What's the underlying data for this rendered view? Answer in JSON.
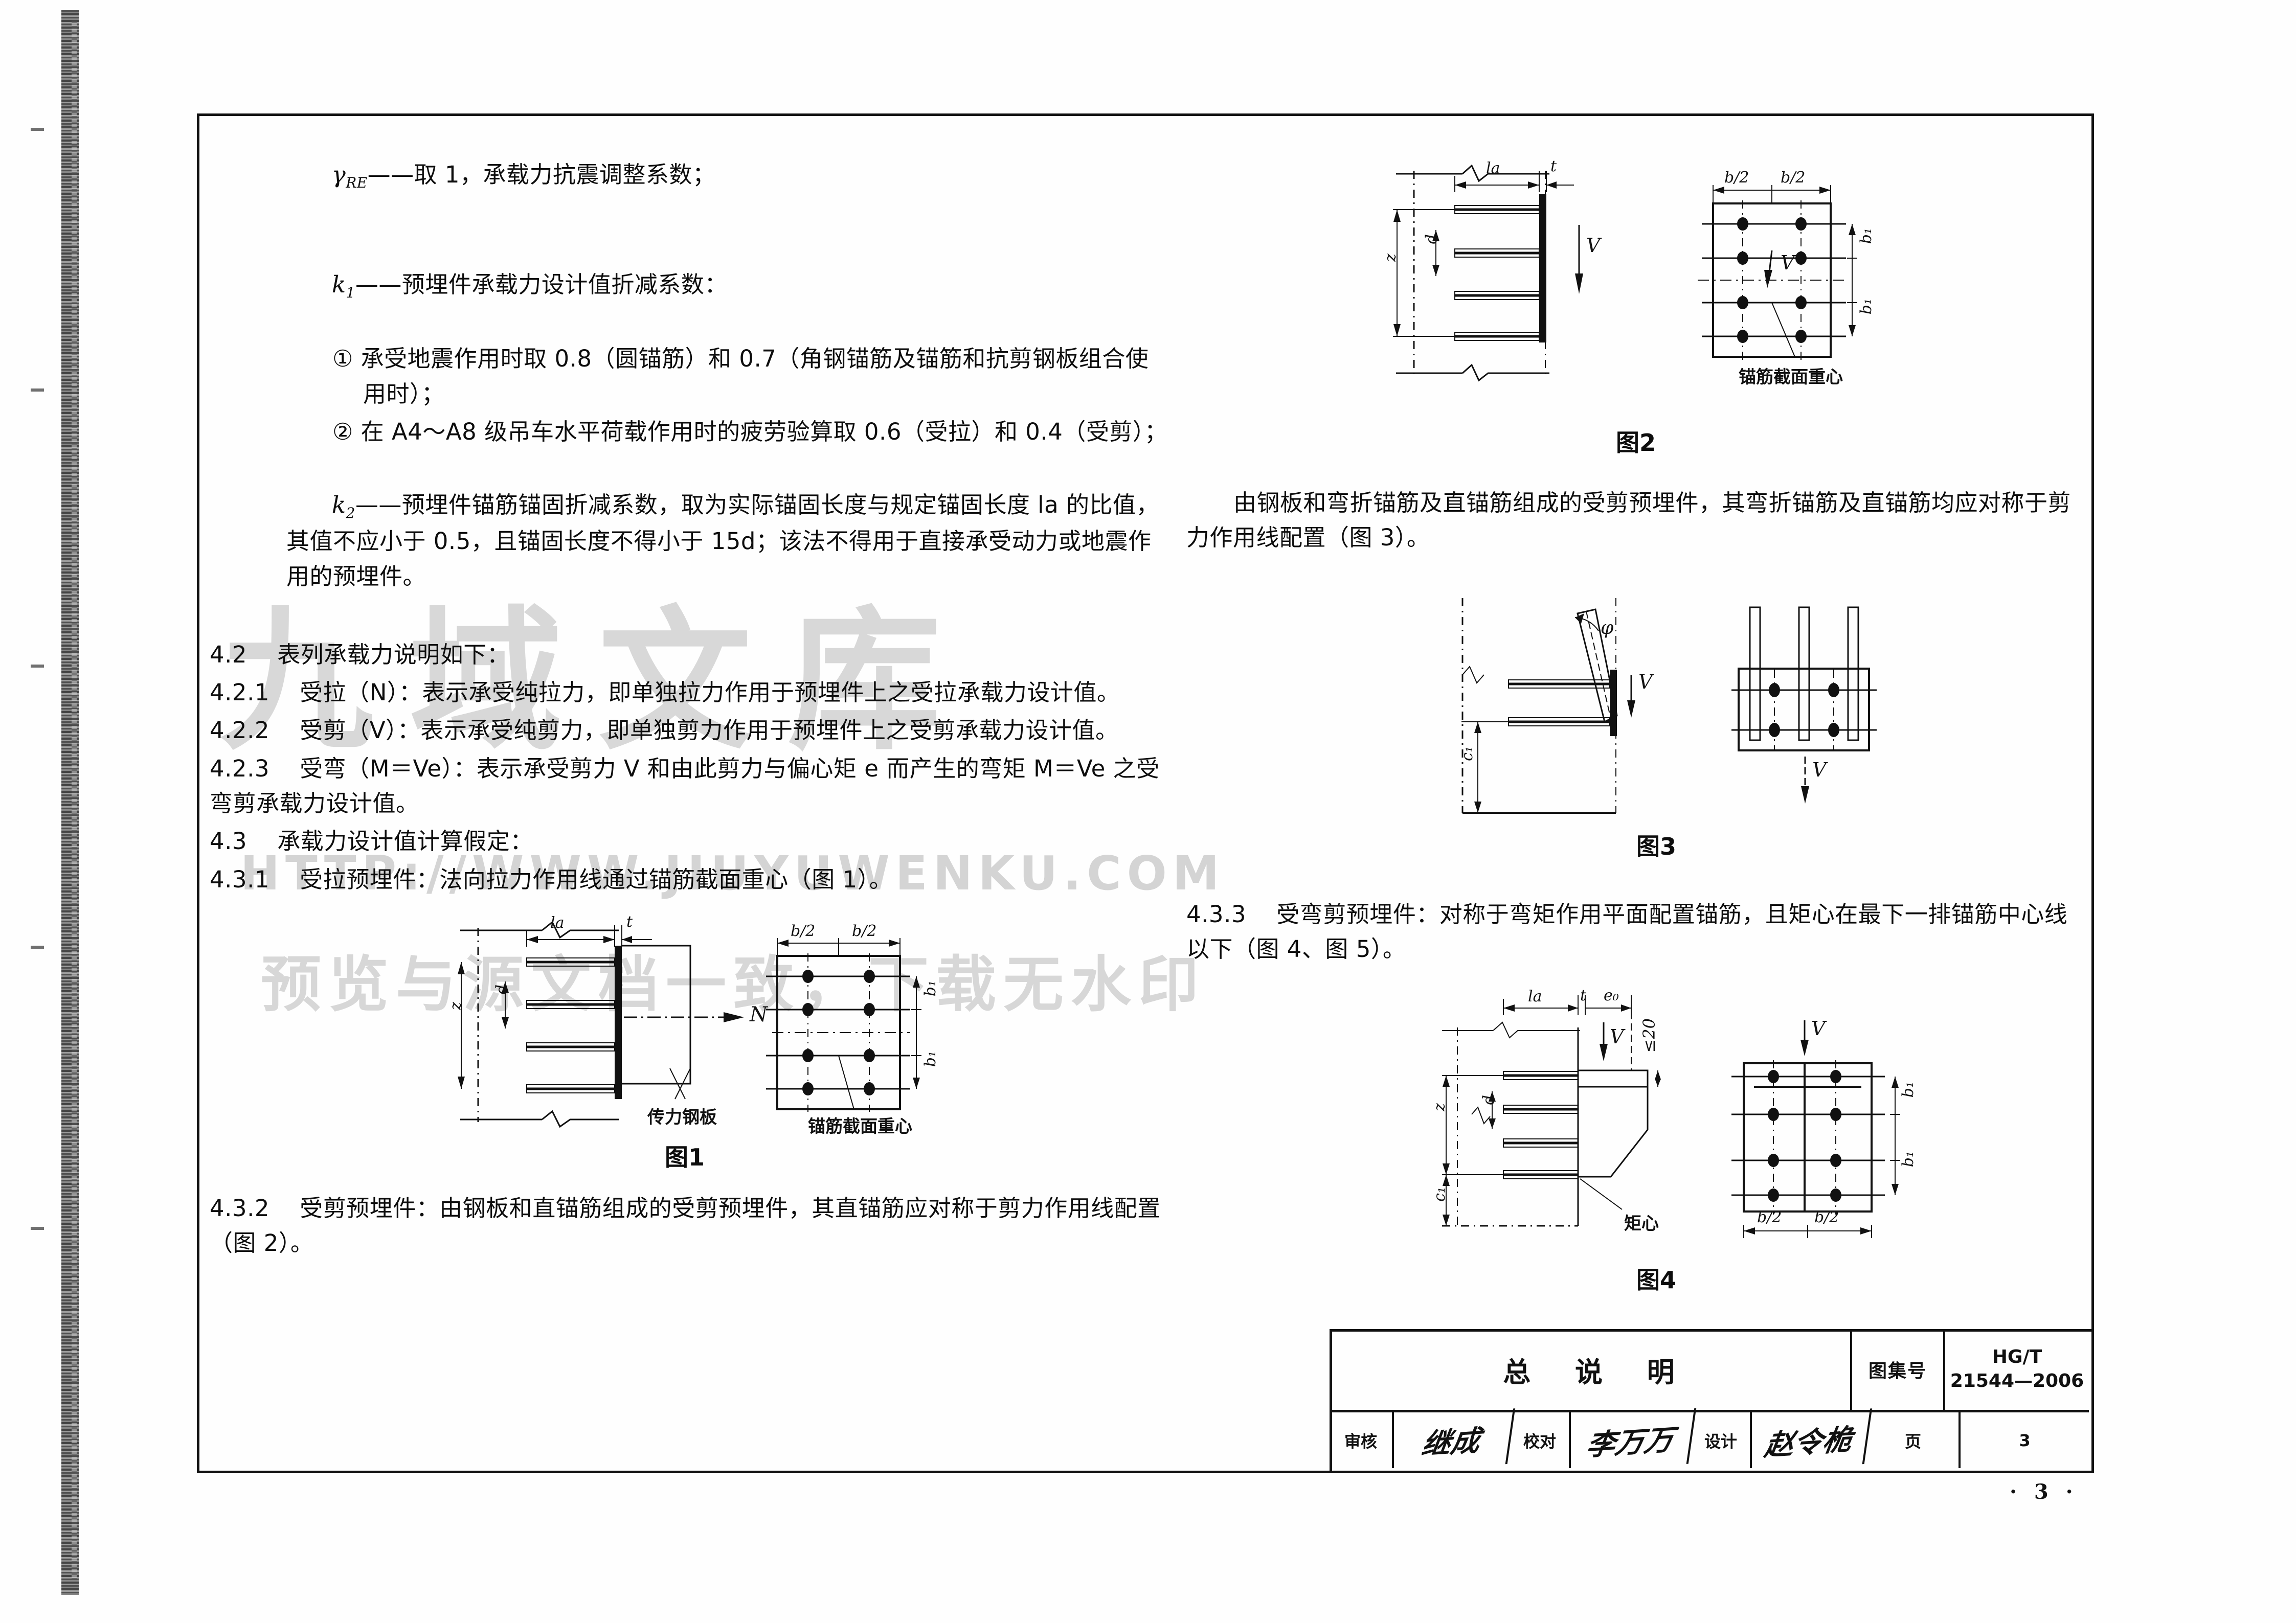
{
  "document": {
    "atlas_label": "图集号",
    "atlas_number_line1": "HG/T",
    "atlas_number_line2": "21544—2006",
    "title": "总 说 明",
    "page_label": "页",
    "page_number": "3",
    "footer_page": "· 3 ·"
  },
  "titleblock": {
    "review_label": "审核",
    "review_signature": "继成",
    "proof_label": "校对",
    "proof_signature": "李万万",
    "design_label": "设计",
    "design_signature": "赵令桅"
  },
  "watermark": {
    "big_text": "九域文库",
    "url": "HTTP://WWW.JIUYUWENKU.COM",
    "notice": "预览与源文档一致，下载无水印"
  },
  "left_column": {
    "symbol_gamma": "γRE",
    "symbol_gamma_def": "——取 1，承载力抗震调整系数；",
    "symbol_k1": "k1",
    "symbol_k1_def": "——预埋件承载力设计值折减系数：",
    "item1": "① 承受地震作用时取 0.8（圆锚筋）和 0.7（角钢锚筋及锚筋和抗剪钢板组合使用时）；",
    "item2": "② 在 A4～A8 级吊车水平荷载作用时的疲劳验算取 0.6（受拉）和 0.4（受剪）；",
    "symbol_k2": "k2",
    "symbol_k2_def": "——预埋件锚筋锚固折减系数，取为实际锚固长度与规定锚固长度 la 的比值，其值不应小于 0.5，且锚固长度不得小于 15d；该法不得用于直接承受动力或地震作用的预埋件。",
    "sec_4_2": "4.2    表列承载力说明如下：",
    "sec_4_2_1": "4.2.1    受拉（N）：表示承受纯拉力，即单独拉力作用于预埋件上之受拉承载力设计值。",
    "sec_4_2_2": "4.2.2    受剪（V）：表示承受纯剪力，即单独剪力作用于预埋件上之受剪承载力设计值。",
    "sec_4_2_3": "4.2.3    受弯（M＝Ve）：表示承受剪力 V 和由此剪力与偏心矩 e 而产生的弯矩 M＝Ve 之受弯剪承载力设计值。",
    "sec_4_3": "4.3    承载力设计值计算假定：",
    "sec_4_3_1": "4.3.1    受拉预埋件：法向拉力作用线通过锚筋截面重心（图 1）。",
    "sec_4_3_2": "4.3.2    受剪预埋件：由钢板和直锚筋组成的受剪预埋件，其直锚筋应对称于剪力作用线配置（图 2）。"
  },
  "right_column": {
    "para_fig3": "由钢板和弯折锚筋及直锚筋组成的受剪预埋件，其弯折锚筋及直锚筋均应对称于剪力作用线配置（图 3）。",
    "sec_4_3_3": "4.3.3    受弯剪预埋件：对称于弯矩作用平面配置锚筋，且矩心在最下一排锚筋中心线以下（图 4、图 5）。"
  },
  "figures": {
    "fig1": {
      "caption": "图1",
      "label_la": "la",
      "label_t": "t",
      "label_d": "d",
      "label_z": "z",
      "label_N": "N",
      "label_plate": "传力钢板",
      "label_centroid": "锚筋截面重心",
      "label_b2_left": "b/2",
      "label_b2_right": "b/2",
      "label_b1": "b₁"
    },
    "fig2": {
      "caption": "图2",
      "label_la": "la",
      "label_t": "t",
      "label_d": "d",
      "label_z": "z",
      "label_V": "V",
      "label_centroid": "锚筋截面重心",
      "label_b2_left": "b/2",
      "label_b2_right": "b/2",
      "label_b1": "b₁"
    },
    "fig3": {
      "caption": "图3",
      "label_phi": "φ",
      "label_c1": "c₁",
      "label_V": "V"
    },
    "fig4": {
      "caption": "图4",
      "label_la": "la",
      "label_t": "t",
      "label_e0": "e₀",
      "label_lt20": "≤20",
      "label_d": "d",
      "label_z": "z",
      "label_c1": "c₁",
      "label_V": "V",
      "label_moment_center": "矩心",
      "label_b2_left": "b/2",
      "label_b2_right": "b/2",
      "label_b1": "b₁"
    }
  }
}
